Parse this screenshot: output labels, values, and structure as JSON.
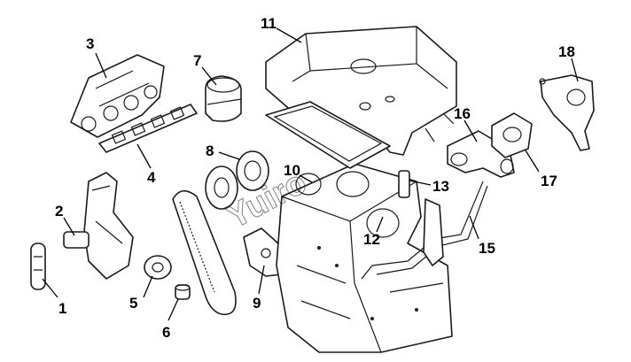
{
  "watermark": "Yuiro",
  "callouts": [
    {
      "id": "1",
      "label": "1"
    },
    {
      "id": "2",
      "label": "2"
    },
    {
      "id": "3",
      "label": "3"
    },
    {
      "id": "4",
      "label": "4"
    },
    {
      "id": "5",
      "label": "5"
    },
    {
      "id": "6",
      "label": "6"
    },
    {
      "id": "7",
      "label": "7"
    },
    {
      "id": "8",
      "label": "8"
    },
    {
      "id": "9",
      "label": "9"
    },
    {
      "id": "10",
      "label": "10"
    },
    {
      "id": "11",
      "label": "11"
    },
    {
      "id": "12",
      "label": "12"
    },
    {
      "id": "13",
      "label": "13"
    },
    {
      "id": "15",
      "label": "15"
    },
    {
      "id": "16",
      "label": "16"
    },
    {
      "id": "17",
      "label": "17"
    },
    {
      "id": "18",
      "label": "18"
    }
  ],
  "colors": {
    "ink": "#1a1a1a",
    "background": "#ffffff"
  }
}
